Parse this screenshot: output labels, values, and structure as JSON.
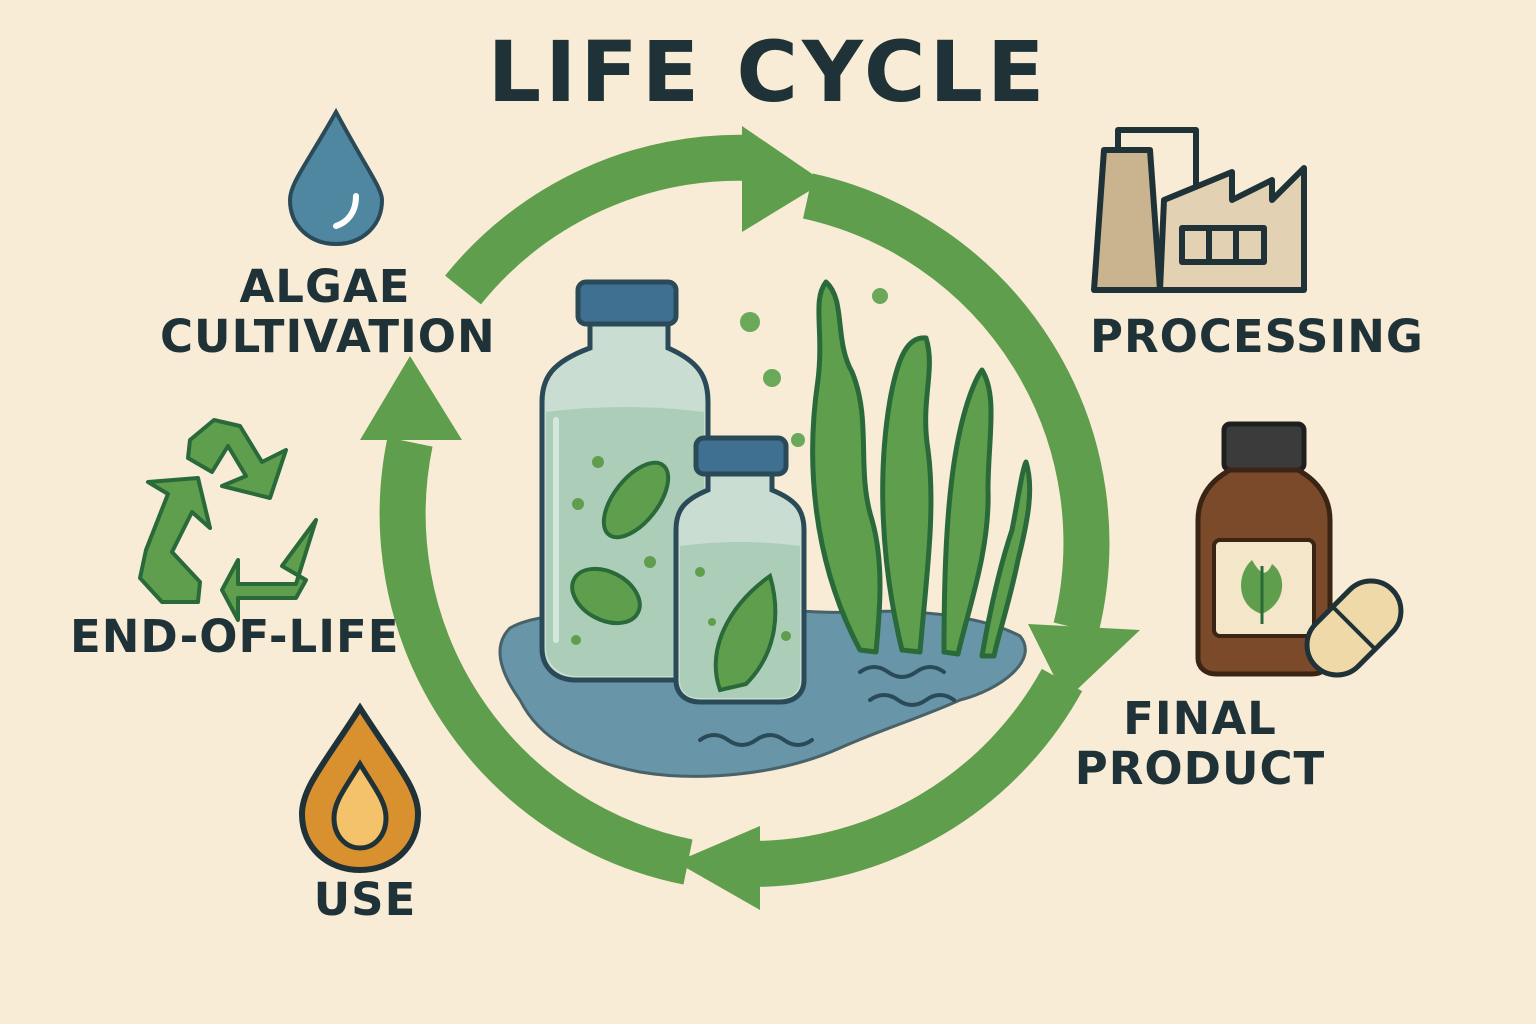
{
  "title": "LIFE CYCLE",
  "stages": {
    "algae_cultivation": {
      "lines": [
        "ALGAE",
        "CULTIVATION"
      ],
      "icon": "water-drop-icon"
    },
    "processing": {
      "lines": [
        "PROCESSING"
      ],
      "icon": "factory-icon"
    },
    "final_product": {
      "lines": [
        "FINAL",
        "PRODUCT"
      ],
      "icon": "supplement-bottle-icon"
    },
    "end_of_life": {
      "lines": [
        "END-OF-LIFE"
      ],
      "icon": "recycle-icon"
    },
    "use": {
      "lines": [
        "USE"
      ],
      "icon": "fuel-drop-icon"
    }
  },
  "colors": {
    "background": "#f8ecd6",
    "cycle_arrow": "#5f9e4c",
    "text": "#1f3238",
    "water": "#4f86a0",
    "fuel": "#d9912f",
    "factory": "#c9b48f",
    "bottle_brown": "#7a4a2a"
  }
}
